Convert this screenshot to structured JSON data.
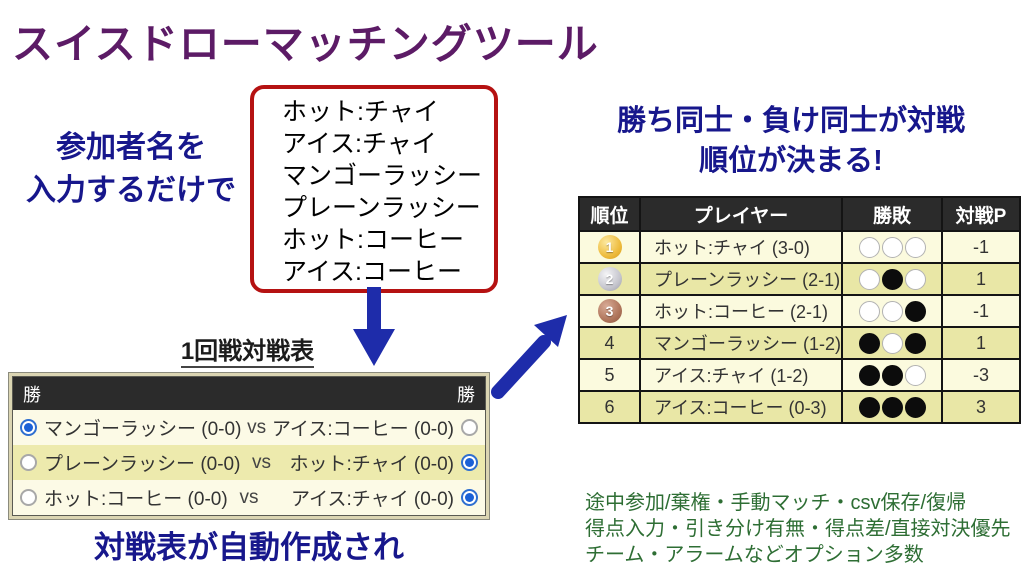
{
  "title": "スイスドローマッチングツール",
  "left_note": {
    "line1": "参加者名を",
    "line2": "入力するだけで"
  },
  "participants_box": {
    "items": [
      "ホット:チャイ",
      "アイス:チャイ",
      "マンゴーラッシー",
      "プレーンラッシー",
      "ホット:コーヒー",
      "アイス:コーヒー"
    ]
  },
  "right_heading": {
    "line1": "勝ち同士・負け同士が対戦",
    "line2": "順位が決まる!"
  },
  "standings_table": {
    "headers": [
      "順位",
      "プレイヤー",
      "勝敗",
      "対戦P"
    ],
    "rows": [
      {
        "rank": "1",
        "medal": "gold",
        "player": "ホット:チャイ (3-0)",
        "results": [
          "W",
          "W",
          "W"
        ],
        "p": "-1"
      },
      {
        "rank": "2",
        "medal": "silver",
        "player": "プレーンラッシー (2-1)",
        "results": [
          "W",
          "L",
          "W"
        ],
        "p": "1"
      },
      {
        "rank": "3",
        "medal": "bronze",
        "player": "ホット:コーヒー (2-1)",
        "results": [
          "W",
          "W",
          "L"
        ],
        "p": "-1"
      },
      {
        "rank": "4",
        "medal": null,
        "player": "マンゴーラッシー (1-2)",
        "results": [
          "L",
          "W",
          "L"
        ],
        "p": "1"
      },
      {
        "rank": "5",
        "medal": null,
        "player": "アイス:チャイ (1-2)",
        "results": [
          "L",
          "L",
          "W"
        ],
        "p": "-3"
      },
      {
        "rank": "6",
        "medal": null,
        "player": "アイス:コーヒー (0-3)",
        "results": [
          "L",
          "L",
          "L"
        ],
        "p": "3"
      }
    ]
  },
  "round1": {
    "title": "1回戦対戦表",
    "header_left": "勝",
    "header_right": "勝",
    "vs_label": "vs",
    "matches": [
      {
        "left": "マンゴーラッシー (0-0)",
        "right": "アイス:コーヒー (0-0)",
        "left_checked": true,
        "right_checked": false
      },
      {
        "left": "プレーンラッシー (0-0)",
        "right": "ホット:チャイ (0-0)",
        "left_checked": false,
        "right_checked": true
      },
      {
        "left": "ホット:コーヒー (0-0)",
        "right": "アイス:チャイ (0-0)",
        "left_checked": false,
        "right_checked": true
      }
    ]
  },
  "bottom_caption": "対戦表が自動作成され",
  "features": [
    "途中参加/棄権・手動マッチ・csv保存/復帰",
    "得点入力・引き分け有無・得点差/直接対決優先",
    "チーム・アラームなどオプション多数"
  ],
  "colors": {
    "purple": "#5c1b66",
    "navy": "#17178c",
    "arrow": "#1e2caa",
    "red": "#b51212",
    "green": "#2e6e34",
    "row-light": "#fbfade",
    "row-dark": "#e9e7a6",
    "row-light2": "#fcfae6",
    "row-dark2": "#edeaad"
  }
}
